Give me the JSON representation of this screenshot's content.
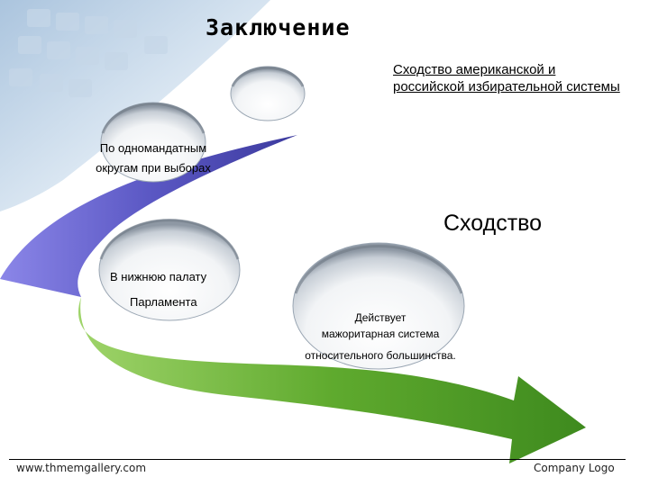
{
  "slide": {
    "title": "Заключение",
    "subtitle": "Сходство американской и российской избирательной системы",
    "similarity_label": "Сходство",
    "bubbles": [
      {
        "lines": [
          "По одномандатным",
          "округам при выборах"
        ]
      },
      {
        "lines": [
          "В нижнюю палату",
          "Парламента"
        ]
      },
      {
        "lines": [
          "Действует",
          "мажоритарная система",
          "относительного большинства."
        ]
      }
    ]
  },
  "footer": {
    "website": "www.thmemgallery.com",
    "logo_text": "Company Logo"
  },
  "colors": {
    "arrow_blue": "#5b58c4",
    "arrow_green": "#4e9a2a",
    "bubble_shadow": "#9aa6b3"
  }
}
